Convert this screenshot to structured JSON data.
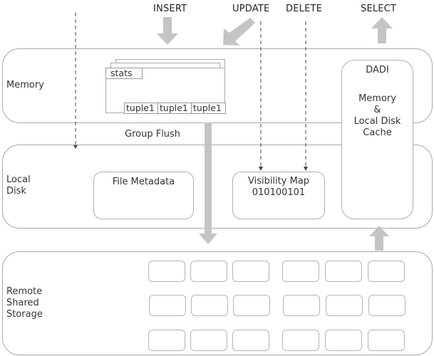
{
  "operations": {
    "insert": "INSERT",
    "update": "UPDATE",
    "delete": "DELETE",
    "select": "SELECT"
  },
  "layers": {
    "memory": "Memory",
    "local_disk": [
      "Local",
      "Disk"
    ],
    "remote": [
      "Remote",
      "Shared",
      "Storage"
    ]
  },
  "memory_page": {
    "stats": "stats",
    "tuples": [
      "tuple1",
      "tuple1",
      "tuple1"
    ]
  },
  "group_flush": "Group Flush",
  "file_metadata": "File Metadata",
  "visibility_map": {
    "title": "Visibility Map",
    "bits": "010100101"
  },
  "dadi": {
    "title": "DADI",
    "lines": [
      "Memory",
      "&",
      "Local Disk",
      "Cache"
    ]
  },
  "colors": {
    "arrow": "#c4c4c4",
    "border": "#a8a8a8",
    "dash": "#444444"
  }
}
